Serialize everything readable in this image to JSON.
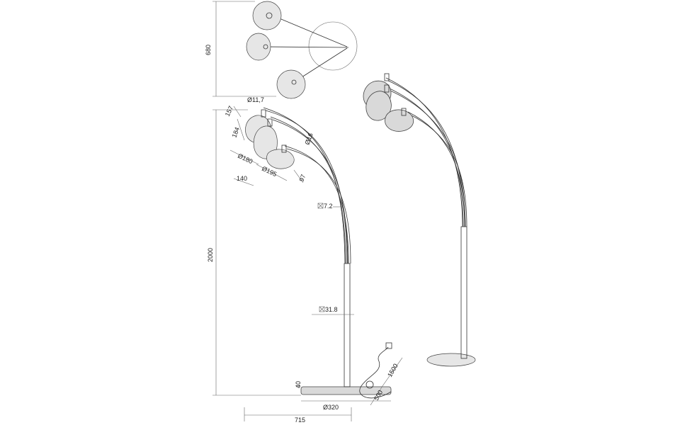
{
  "dimensions": {
    "top_view_depth": "680",
    "total_height": "2000",
    "total_width": "715",
    "arm_offset": "157",
    "shade_height": "184",
    "socket_diameter": "Ø11,7",
    "arm_diameter": "Ø16",
    "large_shade_diameter": "Ø180",
    "small_shade_diameter": "Ø195",
    "shade_depth_140": "140",
    "shade_depth_97": "97",
    "arm_square": "7.2",
    "pole_square": "31.8",
    "base_height": "40",
    "base_diameter": "Ø320",
    "cable_length_500": "500",
    "cable_length_1500": "1500"
  },
  "colors": {
    "line": "#333333",
    "shade_fill": "#d9d9d9",
    "background": "#ffffff"
  }
}
